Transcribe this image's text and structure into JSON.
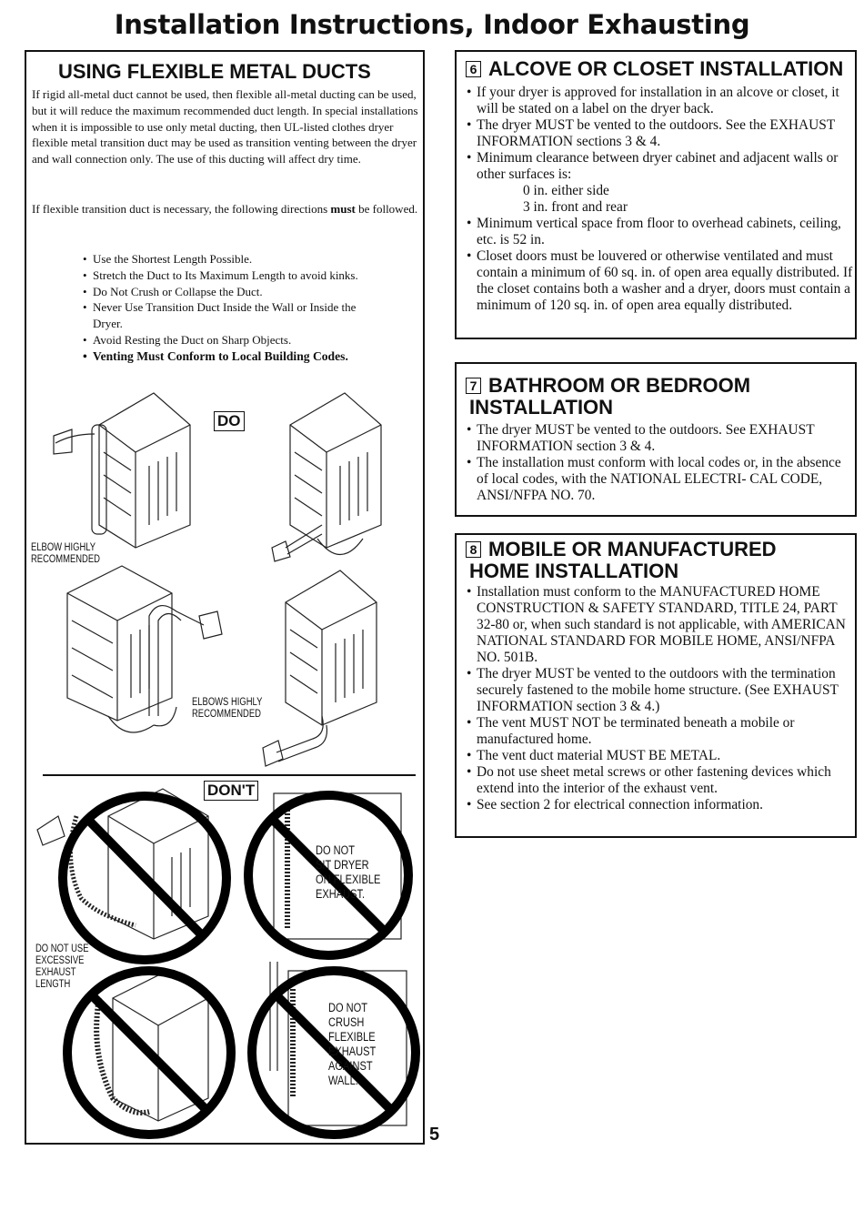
{
  "page": {
    "title": "Installation Instructions, Indoor Exhausting",
    "page_number": "5"
  },
  "flexible": {
    "heading": "USING FLEXIBLE METAL DUCTS",
    "para1": "If rigid all-metal duct cannot be used, then flexible all-metal ducting can be used, but it will reduce the maximum recommended duct length. In special installations when it is impossible to use only metal ducting, then UL-listed clothes dryer flexible metal transition duct may be used as transition venting between the dryer and wall connection only. The use of this ducting will affect dry time.",
    "para2_start": "If flexible transition duct is necessary, the following directions ",
    "para2_bold": "must",
    "para2_end": " be followed.",
    "bullets": [
      "Use the Shortest Length Possible.",
      "Stretch the Duct to Its Maximum Length to avoid kinks.",
      "Do Not Crush or Collapse the Duct.",
      "Never Use Transition Duct Inside the Wall or Inside the Dryer.",
      "Avoid Resting the Duct on Sharp Objects."
    ],
    "bullet_bold": "Venting Must Conform to Local Building Codes."
  },
  "figures": {
    "do_label": "DO",
    "dont_label": "DON'T",
    "elbow_caption_1": "ELBOW HIGHLY",
    "elbow_caption_2": "RECOMMENDED",
    "elbows_caption_1": "ELBOWS HIGHLY",
    "elbows_caption_2": "RECOMMENDED",
    "excessive_1": "DO NOT USE",
    "excessive_2": "EXCESSIVE",
    "excessive_3": "EXHAUST",
    "excessive_4": "LENGTH",
    "sit_1": "DO NOT",
    "sit_2": "SIT DRYER",
    "sit_3": "ON FLEXIBLE",
    "sit_4": "EXHAUST.",
    "crush_1": "DO NOT",
    "crush_2": "CRUSH",
    "crush_3": "FLEXIBLE",
    "crush_4": "EXHAUST",
    "crush_5": "AGAINST",
    "crush_6": "WALL."
  },
  "alcove": {
    "number": "6",
    "heading": "ALCOVE OR CLOSET INSTALLATION",
    "bullets": [
      "If your dryer is approved for installation in an alcove or closet, it will be stated on a label on the dryer back.",
      "The dryer MUST be vented to the outdoors. See the EXHAUST INFORMATION sections 3 & 4.",
      "Minimum clearance between dryer cabinet and adjacent walls or other surfaces is:"
    ],
    "clearance_1": "0 in. either side",
    "clearance_2": "3 in. front and rear",
    "bullets2": [
      "Minimum vertical space from floor to overhead cabinets, ceiling, etc. is 52 in.",
      "Closet doors must be louvered or otherwise ventilated and must contain a minimum of 60 sq. in. of open area equally distributed. If the closet contains both a washer and a dryer, doors must contain a minimum of 120 sq. in. of open area equally distributed."
    ]
  },
  "bathroom": {
    "number": "7",
    "heading_1": "BATHROOM OR BEDROOM",
    "heading_2": "INSTALLATION",
    "bullets": [
      "The dryer MUST be vented to the outdoors. See EXHAUST INFORMATION section 3 & 4.",
      "The installation must conform with local codes or, in the absence of local codes, with the NATIONAL ELECTRI- CAL CODE, ANSI/NFPA NO. 70."
    ]
  },
  "mobile": {
    "number": "8",
    "heading_1": "MOBILE OR MANUFACTURED",
    "heading_2": "HOME INSTALLATION",
    "bullets": [
      "Installation must conform to the MANUFACTURED HOME CONSTRUCTION & SAFETY STANDARD, TITLE 24, PART 32-80 or, when such standard is not applicable, with AMERICAN NATIONAL STANDARD FOR MOBILE HOME, ANSI/NFPA NO. 501B.",
      "The dryer MUST be vented to the outdoors with the termination securely fastened to the mobile home structure. (See EXHAUST INFORMATION section 3 & 4.)",
      "The vent MUST NOT be terminated beneath a mobile or manufactured home.",
      "The vent duct material MUST BE METAL.",
      "Do not use sheet metal screws or other fastening devices which extend into the interior of the exhaust vent.",
      "See section 2 for electrical connection information."
    ]
  }
}
